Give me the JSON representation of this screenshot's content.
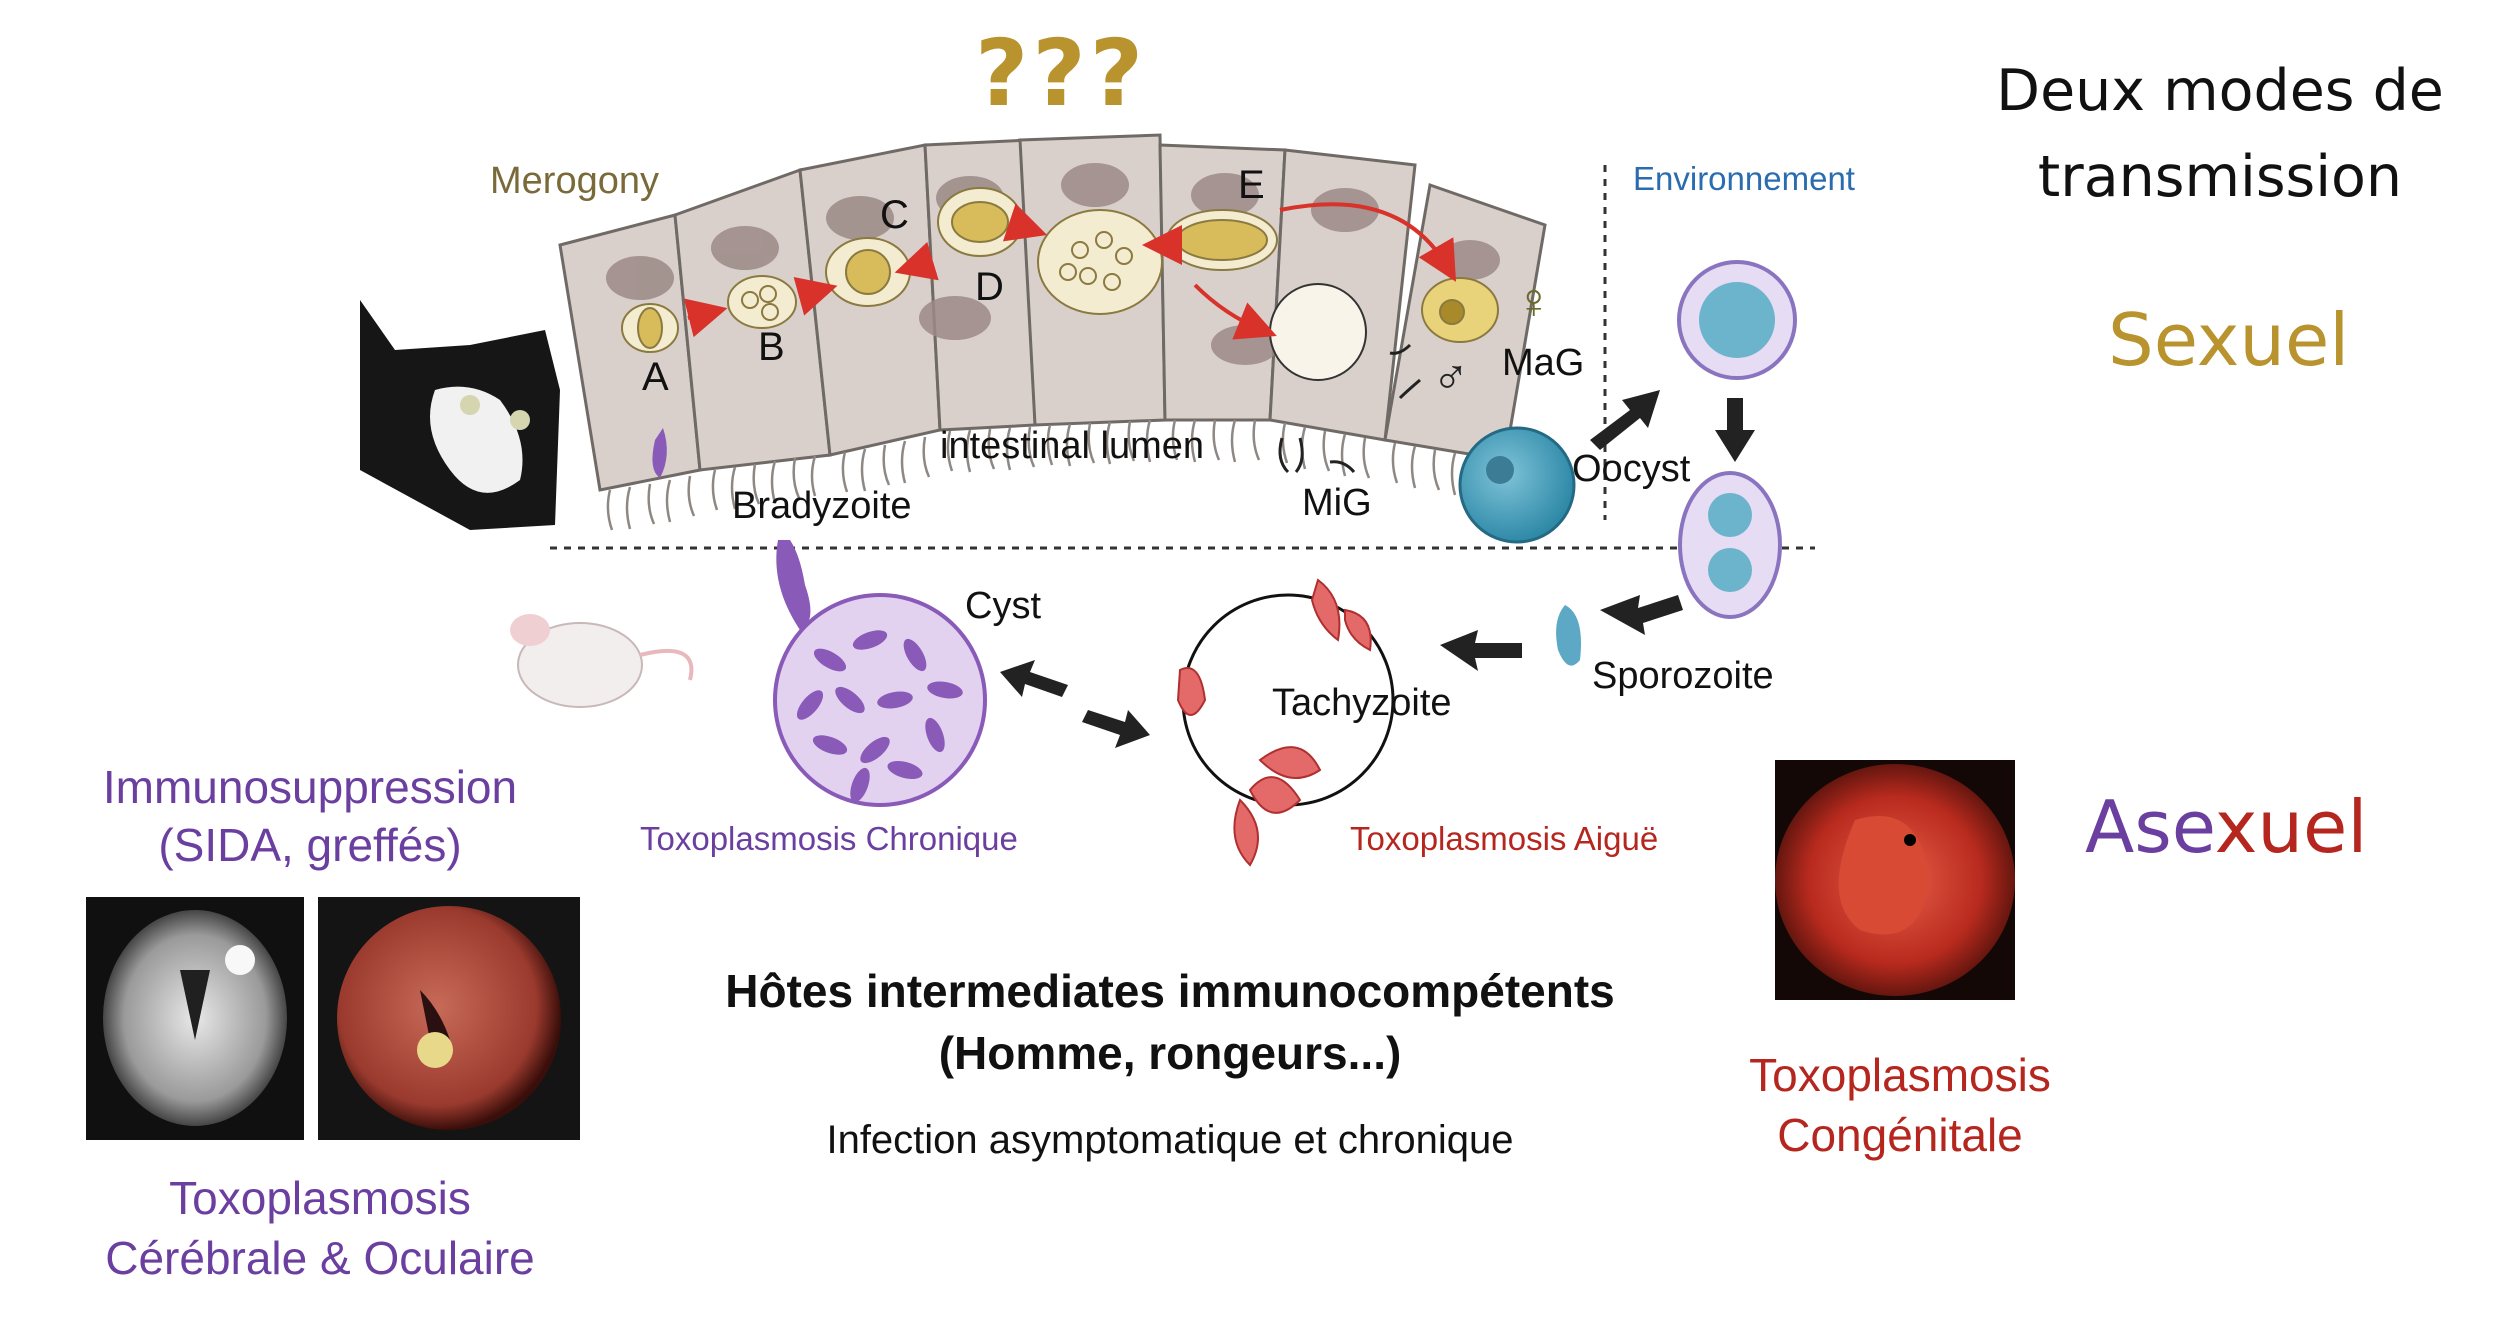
{
  "question_marks": "???",
  "slide_title": "Deux modes de transmission",
  "sexual_label": "Sexuel",
  "asexual_label": {
    "part1": "Ase",
    "part2": "xuel"
  },
  "colors": {
    "gold": "#b8932e",
    "purple": "#6b3fa0",
    "red": "#b5261e",
    "blue": "#2b6cb0",
    "merogony": "#7a6a3a"
  },
  "gut": {
    "merogony": "Merogony",
    "stages": [
      "A",
      "B",
      "C",
      "D",
      "E"
    ],
    "intestinal_lumen": "intestinal lumen",
    "mig": "MiG",
    "mag": "MaG",
    "female_symbol": "♀",
    "male_symbol": "♂",
    "bradyzoite": "Bradyzoite",
    "oocyst": "Oocyst"
  },
  "environment": {
    "label": "Environnement",
    "sporozoite": "Sporozoite"
  },
  "cycle": {
    "cyst": "Cyst",
    "tachyzoite": "Tachyzoite",
    "chronic": "Toxoplasmosis Chronique",
    "acute": "Toxoplasmosis Aiguë"
  },
  "immuno": {
    "line1": "Immunosuppression",
    "line2": "(SIDA, greffés)",
    "caption_line1": "Toxoplasmosis",
    "caption_line2": "Cérébrale & Oculaire"
  },
  "hosts": {
    "line1": "Hôtes intermediates immunocompétents",
    "line2": "(Homme, rongeurs...)",
    "infection": "Infection asymptomatique et chronique"
  },
  "congenital": {
    "line1": "Toxoplasmosis",
    "line2": "Congénitale"
  }
}
